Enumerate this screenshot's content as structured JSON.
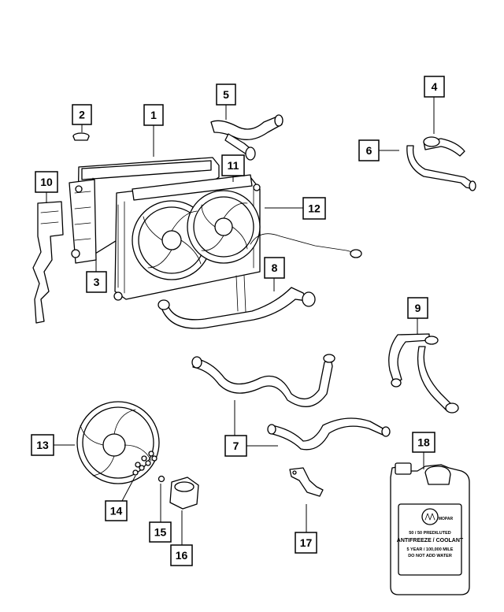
{
  "callouts": [
    {
      "id": "1",
      "label": "1"
    },
    {
      "id": "2",
      "label": "2"
    },
    {
      "id": "3",
      "label": "3"
    },
    {
      "id": "4",
      "label": "4"
    },
    {
      "id": "5",
      "label": "5"
    },
    {
      "id": "6",
      "label": "6"
    },
    {
      "id": "7",
      "label": "7"
    },
    {
      "id": "8",
      "label": "8"
    },
    {
      "id": "9",
      "label": "9"
    },
    {
      "id": "10",
      "label": "10"
    },
    {
      "id": "11",
      "label": "11"
    },
    {
      "id": "12",
      "label": "12"
    },
    {
      "id": "13",
      "label": "13"
    },
    {
      "id": "14",
      "label": "14"
    },
    {
      "id": "15",
      "label": "15"
    },
    {
      "id": "16",
      "label": "16"
    },
    {
      "id": "17",
      "label": "17"
    },
    {
      "id": "18",
      "label": "18"
    }
  ],
  "coolant_jug": {
    "brand": "MOPAR",
    "line1": "50 / 50 PREDILUTED",
    "line2": "ANTIFREEZE / COOLANT",
    "line3": "5 YEAR / 100,000 MILE",
    "line4": "DO NOT ADD WATER"
  }
}
